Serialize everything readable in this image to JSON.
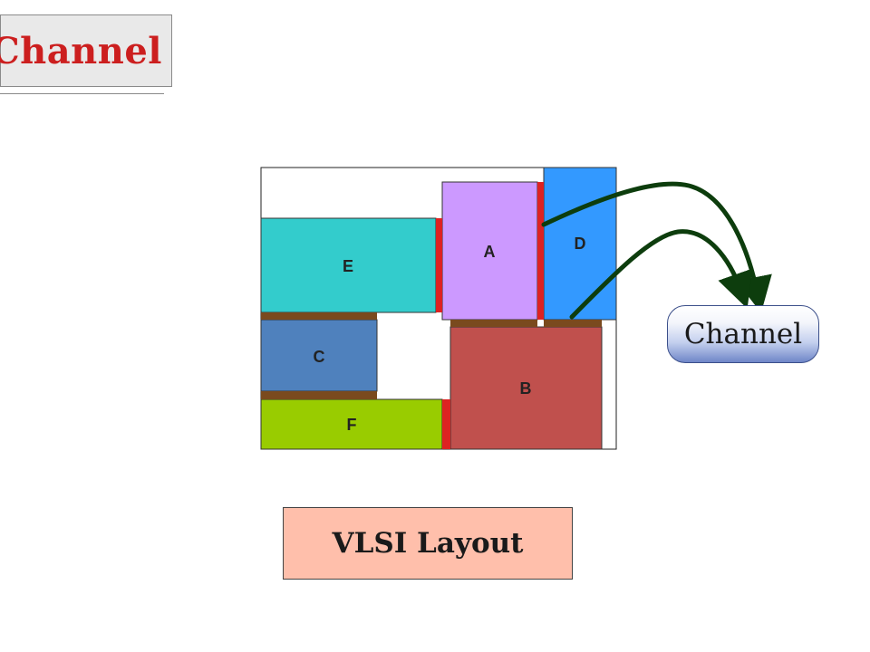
{
  "title": "Channel",
  "channel_label": "Channel",
  "caption": "VLSI Layout",
  "blocks": {
    "A": "A",
    "B": "B",
    "C": "C",
    "D": "D",
    "E": "E",
    "F": "F"
  },
  "colors": {
    "title": "#cc1f1f",
    "block_a": "#cc99ff",
    "block_b": "#c0504d",
    "block_c": "#4f81bd",
    "block_d": "#3399ff",
    "block_e": "#33cccc",
    "block_f": "#99cc00",
    "vertical_channel": "#dd2222",
    "horizontal_channel": "#7a4a1e",
    "arrow": "#0d3d0d",
    "caption_fill": "#ffbfab"
  }
}
